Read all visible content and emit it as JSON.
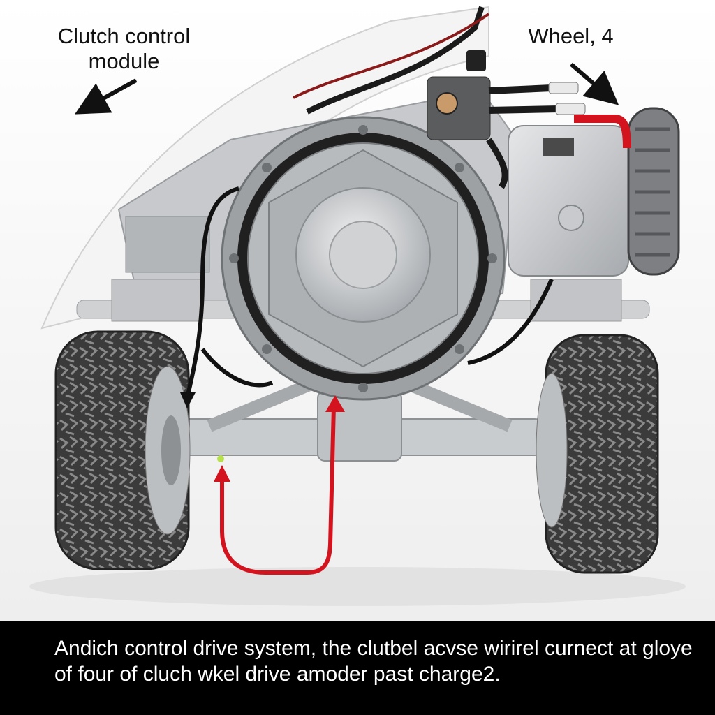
{
  "diagram": {
    "labels": {
      "clutch_module": "Clutch control module",
      "wheel": "Wheel, 4"
    },
    "caption": "Andich control drive system, the clutbel acvse wirirel curnect at gloye of four of cluch wkel drive amoder past charge2.",
    "colors": {
      "caption_background": "#000000",
      "caption_text": "#ffffff",
      "wire_red": "#d3141e",
      "wire_black": "#111111",
      "metal": "#c9cccf",
      "tire": "#3a3a3a"
    }
  }
}
